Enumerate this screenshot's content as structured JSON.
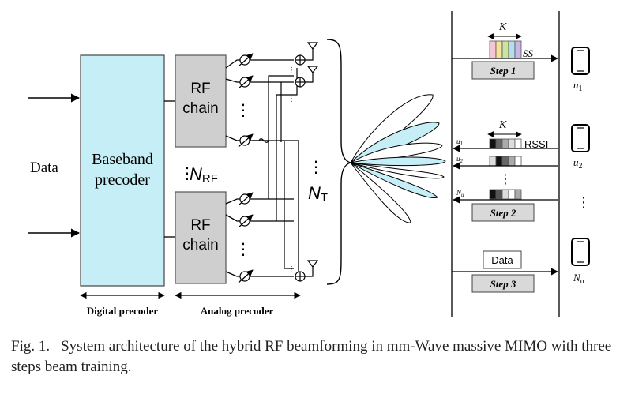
{
  "inputs": {
    "data_label": "Data"
  },
  "baseband": {
    "line1": "Baseband",
    "line2": "precoder"
  },
  "rf_chain": {
    "line1": "RF",
    "line2": "chain"
  },
  "labels": {
    "n_rf": "N",
    "n_rf_sub": "RF",
    "n_t": "N",
    "n_t_sub": "T",
    "dots": "⋮",
    "digital_precoder": "Digital precoder",
    "analog_precoder": "Analog precoder"
  },
  "steps": {
    "k": "K",
    "ss": "SS",
    "rssi": "RSSI",
    "step1": "Step 1",
    "step2": "Step 2",
    "step3": "Step 3",
    "data_box": "Data",
    "u1_small": "u",
    "u1_small_sub": "1",
    "u2_small": "u",
    "u2_small_sub": "2",
    "nu_small": "N",
    "nu_small_sub": "u"
  },
  "users": {
    "u1": "u",
    "u1_sub": "1",
    "u2": "u",
    "u2_sub": "2",
    "nu": "N",
    "nu_sub": "u"
  },
  "caption": {
    "label": "Fig. 1.",
    "text": "System architecture of the hybrid RF beamforming in mm-Wave massive MIMO with three steps beam training."
  },
  "colors": {
    "baseband_fill": "#c6eef6",
    "rf_fill": "#cfcfcf",
    "beam_fill": "#c6eef6",
    "ss_colors": [
      "#f5c6d6",
      "#f6e39a",
      "#c9e6a0",
      "#b7dcf0",
      "#c9b8e6"
    ]
  }
}
